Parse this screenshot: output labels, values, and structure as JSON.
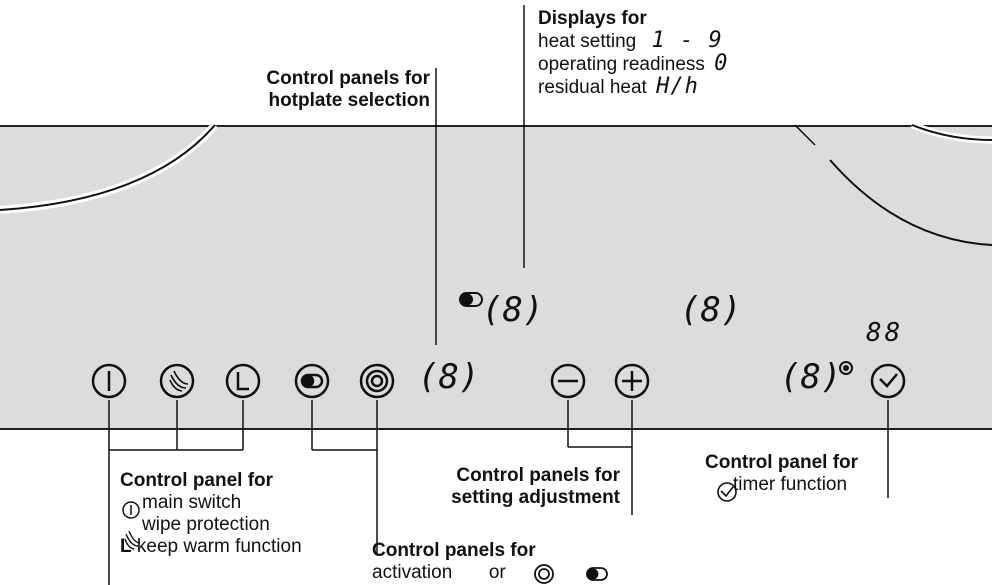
{
  "callouts": {
    "displays": {
      "heading": "Displays for",
      "line1_text": "heat setting",
      "line1_symbol": "1 - 9",
      "line2_text": "operating readiness",
      "line2_symbol": "0",
      "line3_text": "residual heat",
      "line3_symbol": "H/h"
    },
    "hotplate": {
      "line1": "Control panels for",
      "line2": "hotplate selection"
    },
    "main_panel": {
      "heading": "Control panel for",
      "item1_symbol": "①",
      "item1_text": "main switch",
      "item2_symbol": "❁",
      "item2_text": "wipe protection",
      "item3_symbol": "L",
      "item3_text": "keep warm function"
    },
    "adjust": {
      "line1": "Control panels for",
      "line2": "setting adjustment"
    },
    "activation": {
      "heading": "Control panels for",
      "text": "activation",
      "or": "or"
    },
    "timer": {
      "heading": "Control panel for",
      "text": "timer function"
    }
  },
  "panel": {
    "displays": {
      "hotplate_left": "(8)",
      "hotplate_upper": "(8)",
      "hotplate_right_upper": "(8)",
      "hotplate_right_lower": "(8)",
      "timer_digits": "88"
    },
    "buttons": {
      "main_switch": "I",
      "keep_warm": "L",
      "minus": "−",
      "plus": "+"
    }
  }
}
